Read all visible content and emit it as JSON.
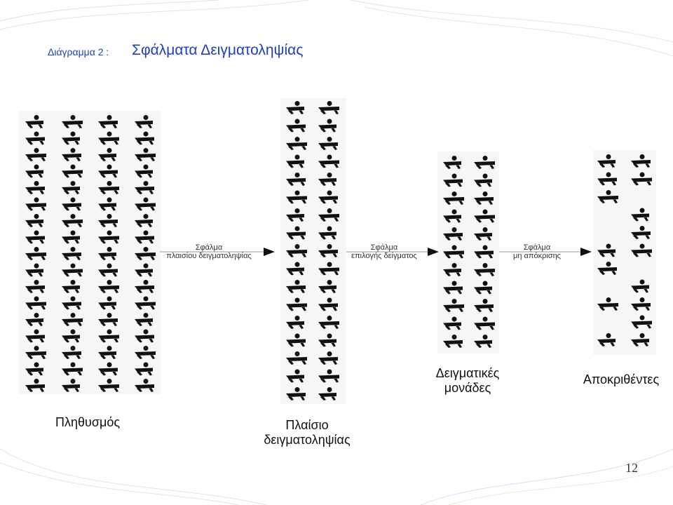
{
  "title": {
    "prefix": "Διάγραμμα 2 :",
    "main": "Σφάλματα Δειγματοληψίας"
  },
  "stages": [
    {
      "id": "population",
      "caption_lines": [
        "Πληθυσμός"
      ],
      "columns": 4,
      "rows": 17
    },
    {
      "id": "frame",
      "caption_lines": [
        "Πλαίσιο",
        "δειγματοληψίας"
      ],
      "columns": 2,
      "rows": 17
    },
    {
      "id": "sample_units",
      "caption_lines": [
        "Δειγματικές",
        "μονάδες"
      ],
      "columns": 2,
      "rows": 11
    },
    {
      "id": "respondents",
      "caption_lines": [
        "Αποκριθέντες"
      ],
      "columns": 2,
      "rows": 11
    }
  ],
  "errors": [
    {
      "id": "frame_error",
      "lines": [
        "Σφάλμα",
        "πλαισίου δειγματοληψίας"
      ]
    },
    {
      "id": "selection_error",
      "lines": [
        "Σφάλμα",
        "επιλογής δείγματος"
      ]
    },
    {
      "id": "nonresponse_error",
      "lines": [
        "Σφάλμα",
        "μη απόκρισης"
      ]
    }
  ],
  "slide_number": "12",
  "colors": {
    "title": "#1f3fbf",
    "silhouette": "#111111",
    "arrow": "#111111"
  }
}
